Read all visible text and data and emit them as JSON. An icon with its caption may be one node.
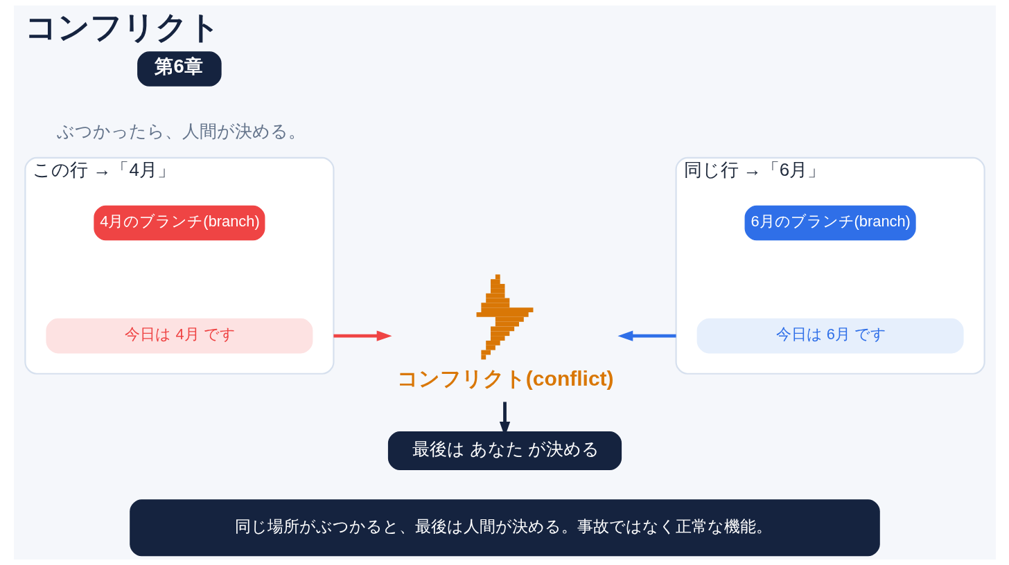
{
  "diagram": {
    "title": "コンフリクト",
    "nodes": [
      {
        "text": [
          "第6章"
        ]
      },
      {
        "text": [
          "この行 →「4月」"
        ]
      },
      {
        "text": [
          "4月のブランチ(branch)"
        ],
        "in": 1
      },
      {
        "text": [
          "今日は 4月 です"
        ],
        "in": 1
      },
      {
        "text": [],
        "shape": "picture",
        "beside": [
          "コンフリクト(conflict)"
        ]
      },
      {
        "text": [
          "同じ行 →「6月」"
        ]
      },
      {
        "text": [
          "6月のブランチ(branch)"
        ],
        "in": 5
      },
      {
        "text": [
          "今日は 6月 です"
        ],
        "in": 5
      },
      {
        "text": [
          "最後は あなた が決める"
        ]
      },
      {
        "text": [
          "同じ場所がぶつかると、最後は人間が決める。事故ではなく正常な機能。"
        ]
      }
    ],
    "edges": [
      {
        "from": 1,
        "to": 4,
        "arrow": "to",
        "color": "#ef4444"
      },
      {
        "from": 5,
        "to": 4,
        "arrow": "to",
        "color": "#2f6fe8"
      },
      {
        "from": 4,
        "to": 8,
        "arrow": "to",
        "color": "#15233f"
      }
    ],
    "labels": [
      "ぶつかったら、人間が決める。"
    ]
  }
}
